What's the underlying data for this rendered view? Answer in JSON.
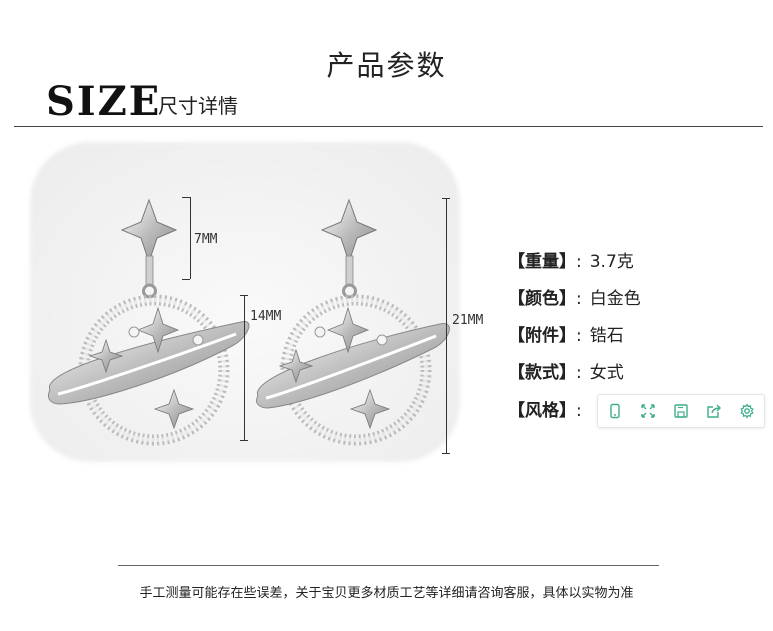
{
  "header": {
    "title": "产品参数",
    "size_word": "SIZE",
    "size_subtitle": "尺寸详情"
  },
  "dimensions": {
    "star": "7MM",
    "pendant": "14MM",
    "total": "21MM"
  },
  "specs": [
    {
      "key": "【重量】",
      "sep": ":",
      "value": "3.7克"
    },
    {
      "key": "【颜色】",
      "sep": ":",
      "value": "白金色"
    },
    {
      "key": "【附件】",
      "sep": ":",
      "value": "锆石"
    },
    {
      "key": "【款式】",
      "sep": ":",
      "value": "女式"
    },
    {
      "key": "【风格】",
      "sep": ":",
      "value": ""
    }
  ],
  "toolbar": {
    "icons": [
      "phone-icon",
      "expand-icon",
      "save-icon",
      "share-icon",
      "settings-icon"
    ],
    "accent": "#3fae8c"
  },
  "footer": {
    "note": "手工测量可能存在些误差，关于宝贝更多材质工艺等详细请咨询客服，具体以实物为准"
  }
}
